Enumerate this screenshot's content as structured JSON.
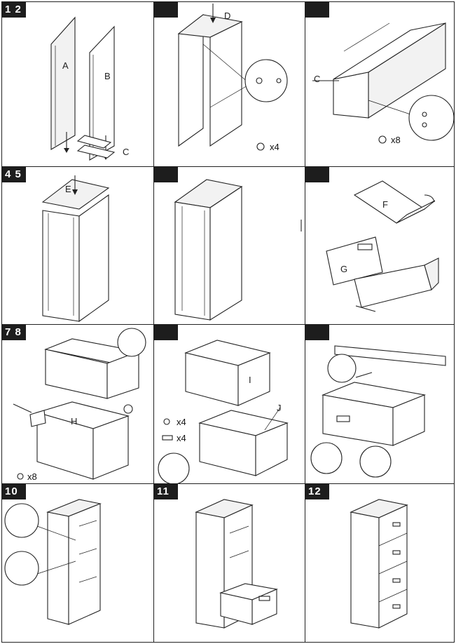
{
  "steps": [
    {
      "number": "1 2",
      "labels": [
        "A",
        "B",
        "C"
      ]
    },
    {
      "number": "",
      "labels": [
        "D"
      ],
      "quantity": "x4"
    },
    {
      "number": "",
      "labels": [
        "C"
      ],
      "quantity": "x8"
    },
    {
      "number": "4 5",
      "labels": [
        "E"
      ]
    },
    {
      "number": "",
      "labels": []
    },
    {
      "number": "",
      "labels": [
        "F",
        "G"
      ]
    },
    {
      "number": "7 8",
      "labels": [
        "H"
      ],
      "quantity": "x8"
    },
    {
      "number": "",
      "labels": [
        "I",
        "J"
      ],
      "quantities": [
        "x4",
        "x4"
      ]
    },
    {
      "number": "",
      "labels": []
    },
    {
      "number": "10",
      "labels": []
    },
    {
      "number": "11",
      "labels": []
    },
    {
      "number": "12",
      "labels": []
    }
  ]
}
